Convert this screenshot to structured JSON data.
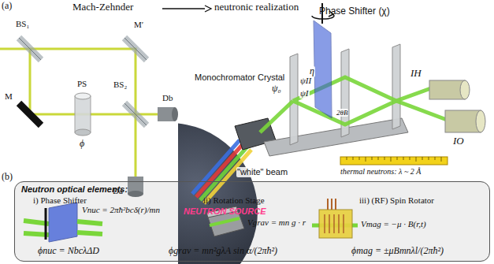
{
  "diagram": {
    "nodes": [
      {
        "text": [
          "Neutron optical elements:"
        ]
      }
    ],
    "labels": [
      "(a)",
      "Mach-Zehnder",
      "neutronic realization",
      "BS₁",
      "M′",
      "M",
      "PS",
      "ϕ",
      "BS₂",
      "Db",
      "Da",
      "Monochromator Crystal",
      "\"white\" beam",
      "NEUTRON SOURCE",
      "Phase Shifter (χ)",
      "η",
      "ψ₀",
      "ψII",
      "ψI",
      "2θB",
      "IH",
      "IO",
      "thermal neutrons: λ ~ 2 Å",
      "(b)",
      "i) Phase Shifter",
      "Vnuc = 2πħ²bcδ(r)/mn",
      "ϕnuc = NbcλΔD",
      "ii) Rotation Stage",
      "Vgrav = mn g · r",
      "ϕgrav = mn²gλA sin α/(2πħ²)",
      "iii) (RF) Spin Rotator",
      "Vmag = −μ · B(r,t)",
      "ϕmag = ±μBmnλl/(2πħ²)"
    ]
  }
}
